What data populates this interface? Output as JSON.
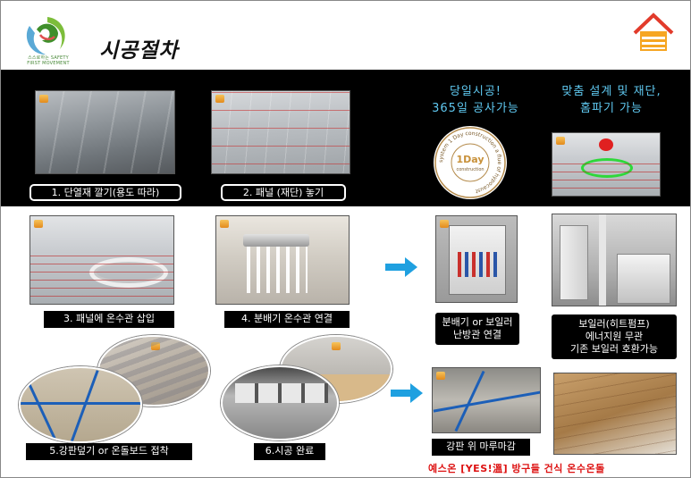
{
  "header": {
    "logo_text": "스스로하는 SAFETY FIRST MOVEMENT",
    "title": "시공절차"
  },
  "band": {
    "headline_left": [
      "당일시공!",
      "365일 공사가능"
    ],
    "headline_right": [
      "맞춤 설계 및 재단,",
      "홈파기 가능"
    ],
    "stamp": {
      "center_top": "1Day",
      "center_bottom": "construction",
      "ring_text": "system 1 Day construction a flue of hypocaust"
    }
  },
  "steps": [
    {
      "label": "1. 단열재 깔기(용도 따라)"
    },
    {
      "label": "2. 패널 (재단) 놓기"
    },
    {
      "label": "3. 패널에 온수관 삽입"
    },
    {
      "label": "4. 분배기 온수관 연결"
    },
    {
      "label": "5.강판덮기 or  온돌보드 접착"
    },
    {
      "label": "6.시공 완료"
    }
  ],
  "side_captions": {
    "distributor": [
      "분배기 or 보일러",
      "난방관 연결"
    ],
    "boiler": [
      "보일러(히트펌프)",
      "에너지원 무관",
      "기존 보일러 호환가능"
    ],
    "finish": "강판 위 마루마감"
  },
  "footer": "예스온 [YES!溫] 방구들 건식 온수온돌",
  "colors": {
    "accent_blue": "#5fc8f0",
    "arrow_blue": "#1fa0e0",
    "footer_red": "#dd1111"
  }
}
